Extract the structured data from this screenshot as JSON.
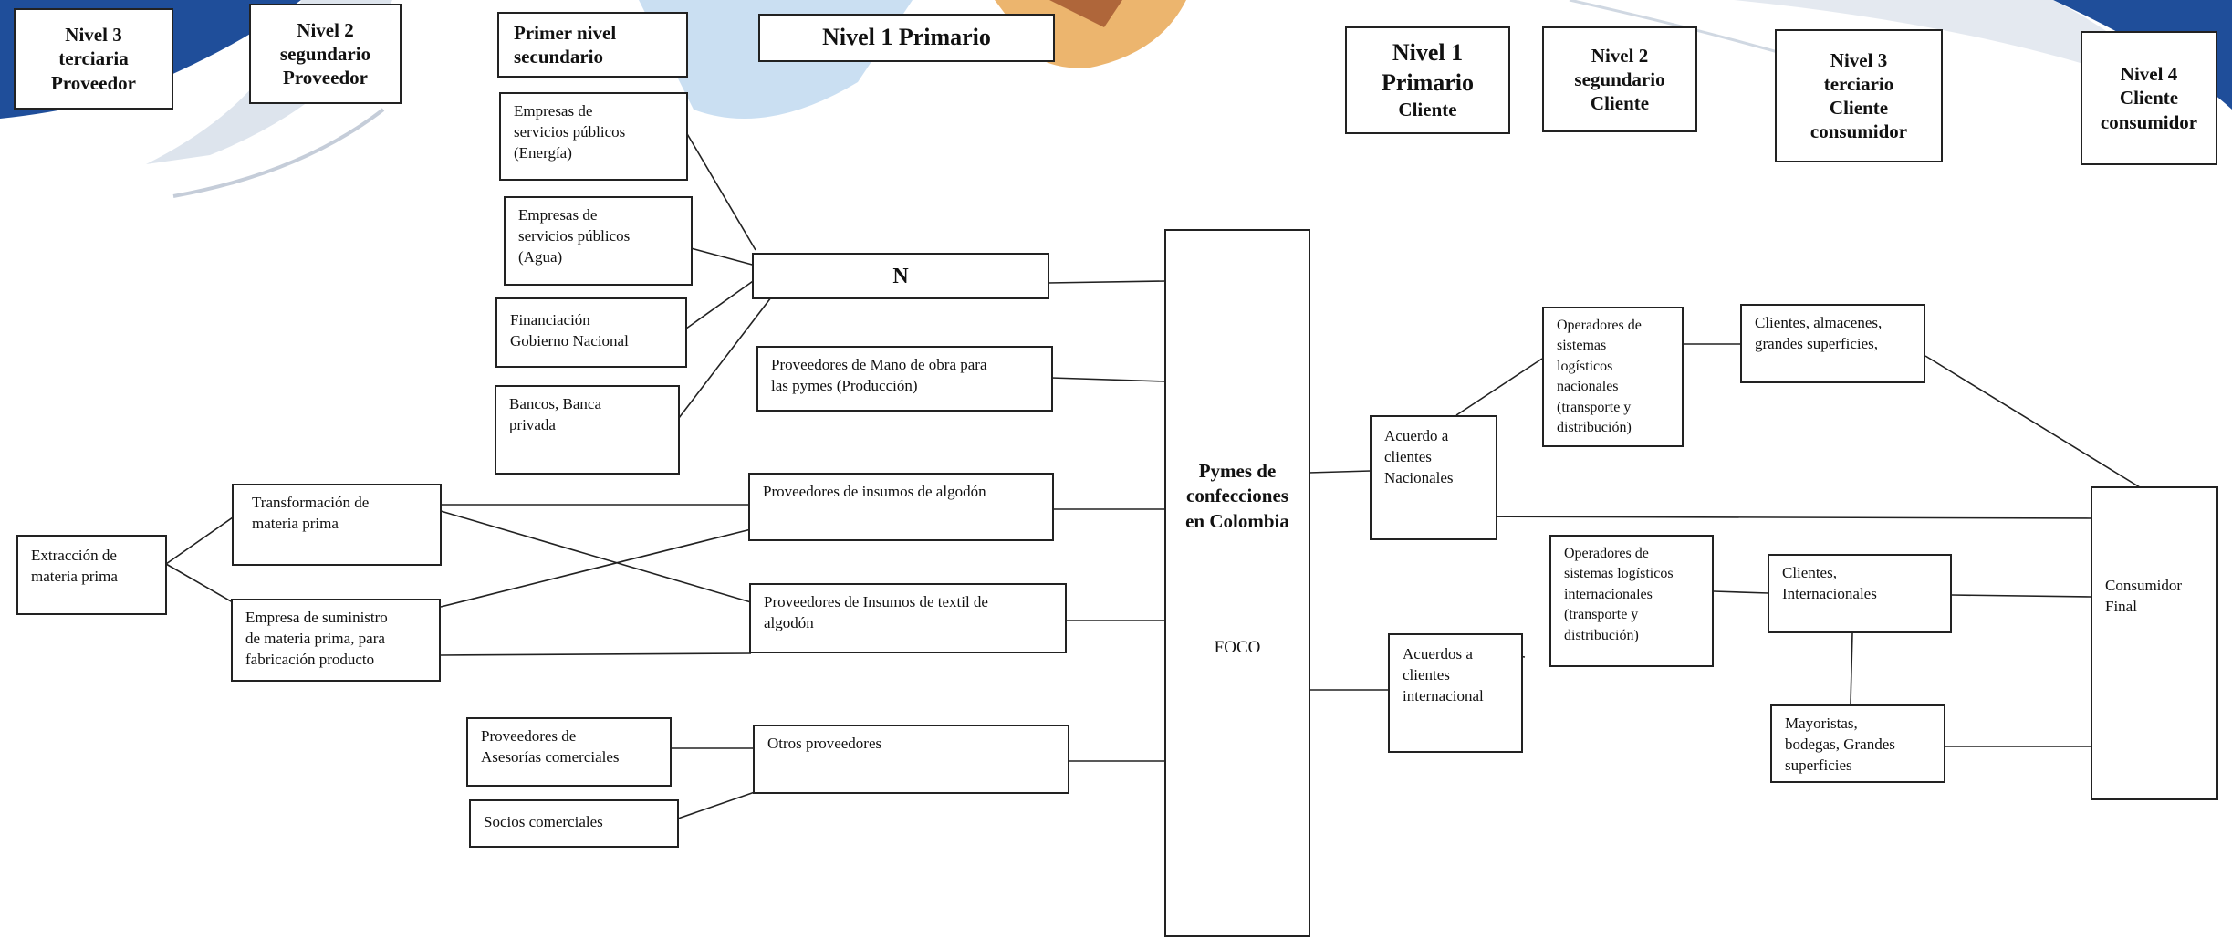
{
  "headers": {
    "nivel3_proveedor": [
      "Nivel 3",
      "terciaria",
      "Proveedor"
    ],
    "nivel2_proveedor": [
      "Nivel 2",
      "segundario",
      "Proveedor"
    ],
    "primer_nivel_secundario": [
      "Primer nivel",
      "secundario"
    ],
    "nivel1_primario": "Nivel 1 Primario",
    "nivel1_cliente": [
      "Nivel 1",
      "Primario",
      "Cliente"
    ],
    "nivel2_cliente": [
      "Nivel 2",
      "segundario",
      "Cliente"
    ],
    "nivel3_cliente": [
      "Nivel 3",
      "terciario",
      "Cliente",
      "consumidor"
    ],
    "nivel4_cliente": [
      "Nivel 4",
      "Cliente",
      "consumidor"
    ]
  },
  "nodes": {
    "energia": [
      "Empresas de",
      "servicios públicos",
      "(Energía)"
    ],
    "agua": [
      "Empresas de",
      "servicios públicos",
      "(Agua)"
    ],
    "financiacion": [
      "Financiación",
      "Gobierno Nacional"
    ],
    "bancos": [
      "Bancos, Banca",
      "privada"
    ],
    "n": "N",
    "mano_obra": [
      "Proveedores de Mano de obra para",
      "las pymes (Producción)"
    ],
    "insumos_algodon": "Proveedores de insumos  de algodón",
    "insumos_textil": [
      "Proveedores de Insumos de  textil de",
      "algodón"
    ],
    "otros_proveedores": "Otros proveedores",
    "asesorias": [
      "Proveedores de",
      "Asesorías  comerciales"
    ],
    "socios": "Socios comerciales",
    "extraccion": [
      "Extracción de",
      "materia prima"
    ],
    "transformacion": [
      "Transformación de",
      "materia prima"
    ],
    "suministro": [
      "Empresa de suministro",
      "de materia prima, para",
      "fabricación producto"
    ],
    "pymes_title": [
      "Pymes de",
      "confecciones",
      "en Colombia"
    ],
    "foco": "FOCO",
    "acuerdo_nacionales": [
      "Acuerdo a",
      "clientes",
      "Nacionales"
    ],
    "acuerdos_internacional": [
      "Acuerdos a",
      "clientes",
      "internacional"
    ],
    "op_nacionales": [
      "Operadores de",
      "sistemas",
      "logísticos",
      "nacionales",
      "(transporte y",
      "distribución)"
    ],
    "op_internacionales": [
      "Operadores de",
      "sistemas logísticos",
      "internacionales",
      "(transporte y",
      "distribución)"
    ],
    "clientes_almacenes": [
      "Clientes, almacenes,",
      "grandes superficies,"
    ],
    "clientes_internacionales": [
      "Clientes,",
      "Internacionales"
    ],
    "mayoristas": [
      "Mayoristas,",
      "bodegas, Grandes",
      "superficies"
    ],
    "consumidor_final": [
      "Consumidor",
      "Final"
    ]
  },
  "colors": {
    "border": "#222222",
    "background_swoosh": "#1f4e9a"
  }
}
